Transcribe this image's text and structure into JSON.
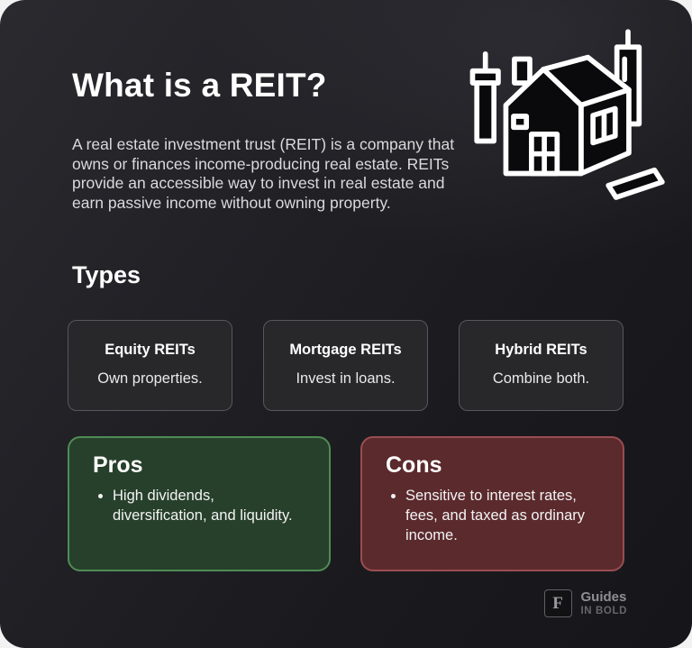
{
  "header": {
    "title": "What is a REIT?",
    "description": "A real estate investment trust (REIT) is a company that owns or finances income-producing real estate. REITs provide an accessible way to invest in real estate and earn passive income without owning property."
  },
  "types": {
    "heading": "Types",
    "cards": [
      {
        "title": "Equity REITs",
        "subtitle": "Own properties."
      },
      {
        "title": "Mortgage REITs",
        "subtitle": "Invest in loans."
      },
      {
        "title": "Hybrid REITs",
        "subtitle": "Combine both."
      }
    ]
  },
  "pros": {
    "title": "Pros",
    "items": [
      "High dividends, diversification, and liquidity."
    ]
  },
  "cons": {
    "title": "Cons",
    "items": [
      "Sensitive to interest rates, fees, and taxed as ordinary income."
    ]
  },
  "logo": {
    "monogram": "F",
    "name": "Guides",
    "tagline": "IN BOLD"
  },
  "colors": {
    "pros_bg": "#27402b",
    "pros_border": "#4e8c55",
    "cons_bg": "#5b2a2d",
    "cons_border": "#9a4d51"
  }
}
